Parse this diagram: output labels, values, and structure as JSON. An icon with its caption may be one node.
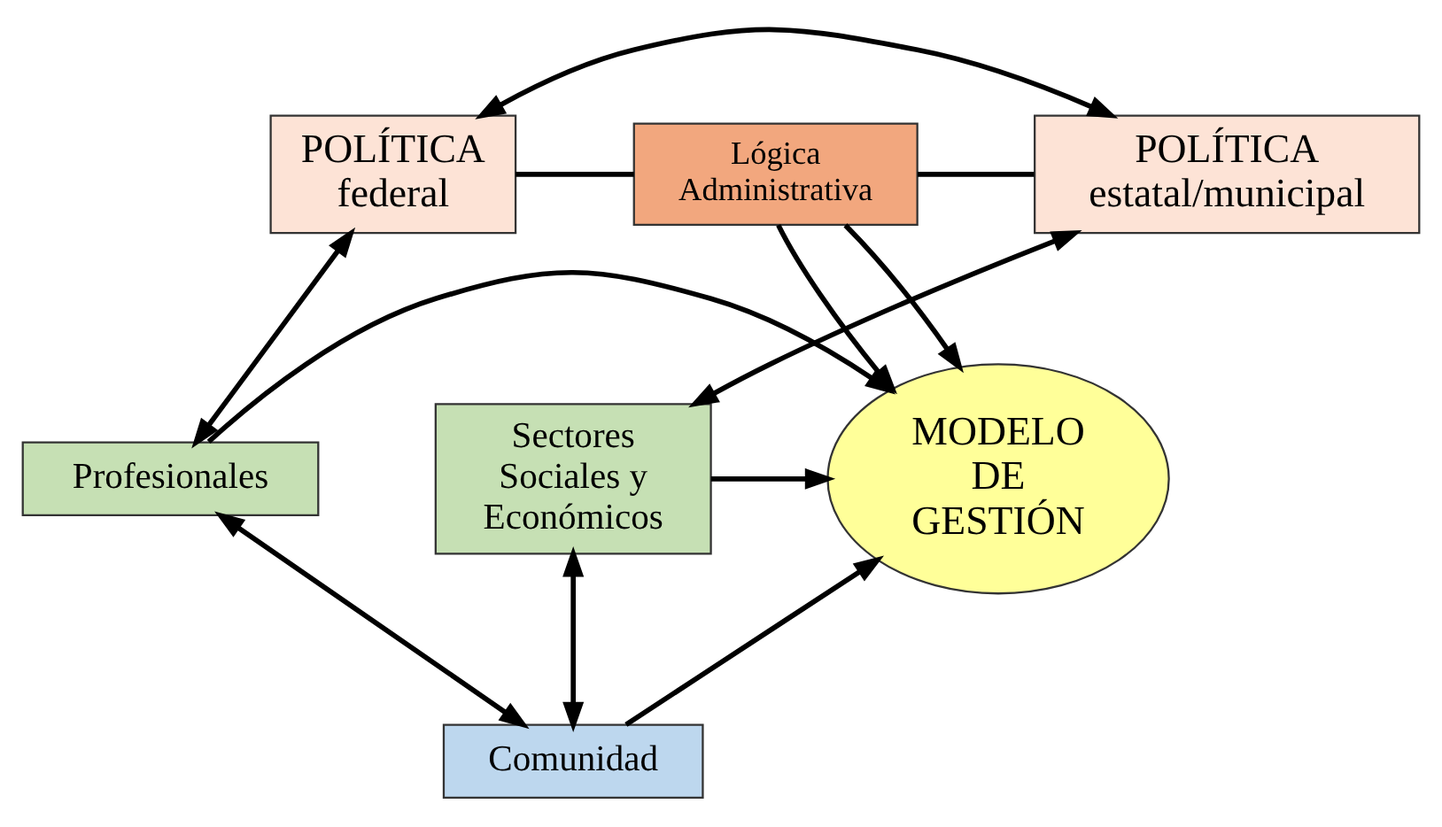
{
  "diagram": {
    "nodes": [
      {
        "text": [
          "POLÍTICA federal"
        ]
      },
      {
        "text": [
          "POLÍTICA estatal/municipal"
        ]
      },
      {
        "text": [
          "Lógica Administrativa"
        ]
      },
      {
        "text": [
          "MODELO DE GESTIÓN"
        ]
      },
      {
        "text": [
          "Profesionales"
        ]
      },
      {
        "text": [
          "Sectores Sociales y Económicos"
        ]
      },
      {
        "text": [
          "Comunidad"
        ]
      }
    ],
    "edges": [
      {
        "from": 0,
        "to": 1,
        "arrow": "both"
      },
      {
        "from": 0,
        "to": 2,
        "arrow": "none"
      },
      {
        "from": 2,
        "to": 1,
        "arrow": "none"
      },
      {
        "from": 2,
        "to": 3,
        "arrow": "to"
      },
      {
        "from": 2,
        "to": 3,
        "arrow": "to"
      },
      {
        "from": 0,
        "to": 4,
        "arrow": "both"
      },
      {
        "from": 1,
        "to": 5,
        "arrow": "both"
      },
      {
        "from": 4,
        "to": 3,
        "arrow": "to"
      },
      {
        "from": 5,
        "to": 3,
        "arrow": "to"
      },
      {
        "from": 6,
        "to": 3,
        "arrow": "to"
      },
      {
        "from": 4,
        "to": 6,
        "arrow": "both"
      },
      {
        "from": 6,
        "to": 5,
        "arrow": "both"
      }
    ]
  }
}
